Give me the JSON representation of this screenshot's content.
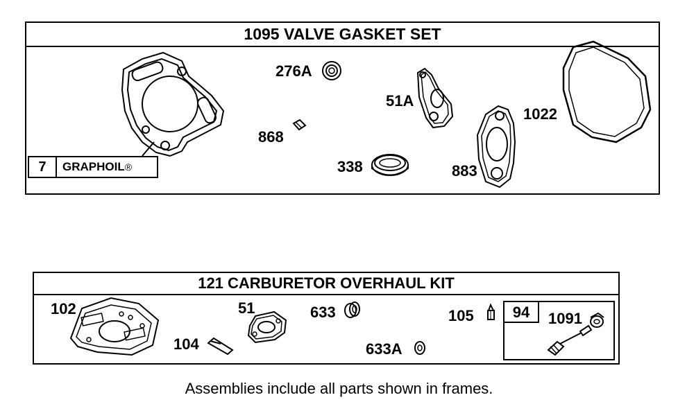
{
  "kit_top": {
    "title": "1095 VALVE GASKET SET",
    "parts": {
      "head_gasket": "",
      "p276a": "276A",
      "p868": "868",
      "p51a": "51A",
      "p338": "338",
      "p883": "883",
      "p1022": "1022"
    },
    "sealant": {
      "number": "7",
      "name": "GRAPHOIL",
      "mark": "®"
    }
  },
  "kit_bottom": {
    "title": "121 CARBURETOR OVERHAUL KIT",
    "parts": {
      "p102": "102",
      "p104": "104",
      "p51": "51",
      "p633": "633",
      "p633a": "633A",
      "p105": "105",
      "p94": "94",
      "p1091": "1091"
    }
  },
  "caption": "Assemblies include all parts shown in frames."
}
